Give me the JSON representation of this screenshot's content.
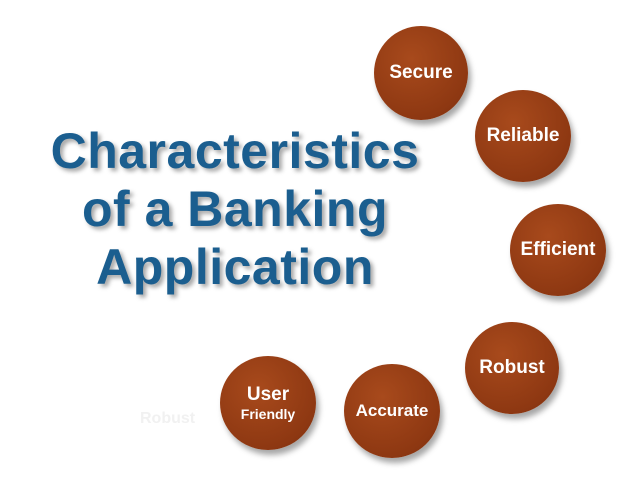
{
  "title": {
    "line1": "Characteristics",
    "line2": "of a Banking",
    "line3": "Application"
  },
  "circles": {
    "secure": "Secure",
    "reliable": "Reliable",
    "efficient": "Efficient",
    "robust": "Robust",
    "accurate": "Accurate",
    "user_line1": "User",
    "user_line2": "Friendly"
  },
  "ghost_text": "Robust",
  "colors": {
    "title": "#1b5e8f",
    "circle_fill": "#8e3812",
    "circle_text": "#ffffff"
  }
}
